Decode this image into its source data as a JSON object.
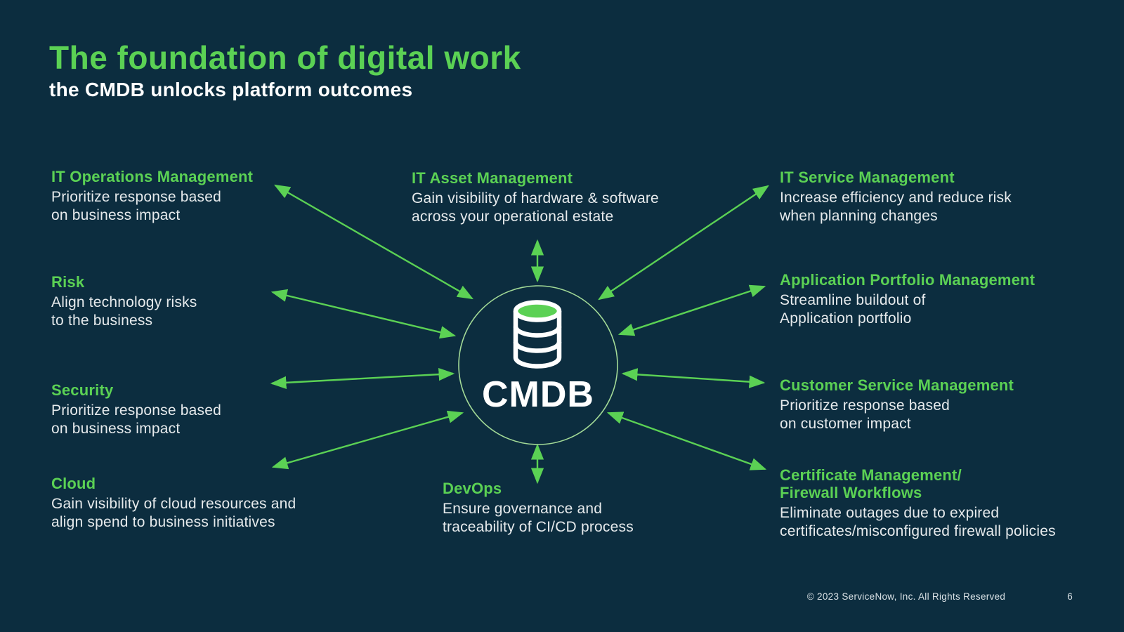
{
  "slide": {
    "title": "The foundation of digital work",
    "subtitle": "the CMDB unlocks platform outcomes",
    "footer": "© 2023 ServiceNow, Inc. All Rights Reserved",
    "page_number": "6"
  },
  "center": {
    "label": "CMDB",
    "icon": "database-icon"
  },
  "nodes": {
    "itom": {
      "title": "IT Operations Management",
      "line1": "Prioritize response based",
      "line2": "on business impact"
    },
    "risk": {
      "title": "Risk",
      "line1": "Align technology risks",
      "line2": "to the business"
    },
    "security": {
      "title": "Security",
      "line1": "Prioritize response based",
      "line2": "on business impact"
    },
    "cloud": {
      "title": "Cloud",
      "line1": "Gain visibility of cloud resources and",
      "line2": "align spend to business initiatives"
    },
    "itam": {
      "title": "IT Asset Management",
      "line1": "Gain visibility of hardware & software",
      "line2": "across your operational estate"
    },
    "devops": {
      "title": "DevOps",
      "line1": "Ensure governance and",
      "line2": "traceability of CI/CD process"
    },
    "itsm": {
      "title": "IT Service Management",
      "line1": "Increase efficiency and reduce risk",
      "line2": "when planning changes"
    },
    "apm": {
      "title": "Application Portfolio Management",
      "line1": "Streamline buildout of",
      "line2": "Application portfolio"
    },
    "csm": {
      "title": "Customer Service Management",
      "line1": "Prioritize response based",
      "line2": "on customer impact"
    },
    "cert": {
      "title": "Certificate Management/",
      "title2": "Firewall Workflows",
      "line1": "Eliminate outages due to expired",
      "line2": "certificates/misconfigured firewall policies"
    }
  },
  "colors": {
    "background": "#0c2d3f",
    "accent_green": "#5bd154",
    "body_text": "#e6eaec",
    "circle_stroke": "#a3da97",
    "title_white": "#ffffff"
  }
}
